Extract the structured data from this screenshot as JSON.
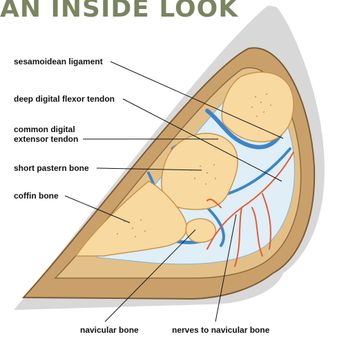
{
  "title": "AN INSIDE LOOK",
  "labels": {
    "sesamoidean_ligament": "sesamoidean ligament",
    "deep_digital_flexor_tendon": "deep digital flexor tendon",
    "common_digital_line1": "common digital",
    "common_digital_line2": "extensor tendon",
    "short_pastern_bone": "short pastern bone",
    "coffin_bone": "coffin bone",
    "navicular_bone": "navicular bone",
    "nerves_to_navicular_bone": "nerves to navicular bone"
  },
  "colors": {
    "title": "#7a8460",
    "hoof_wall": "#c9a06a",
    "hoof_inner": "#e3c088",
    "bone": "#f8d9a0",
    "bone_outline": "#c9944a",
    "capsule": "#dfeef7",
    "tendon_blue": "#3d85c6",
    "nerve_red": "#e45a34"
  }
}
